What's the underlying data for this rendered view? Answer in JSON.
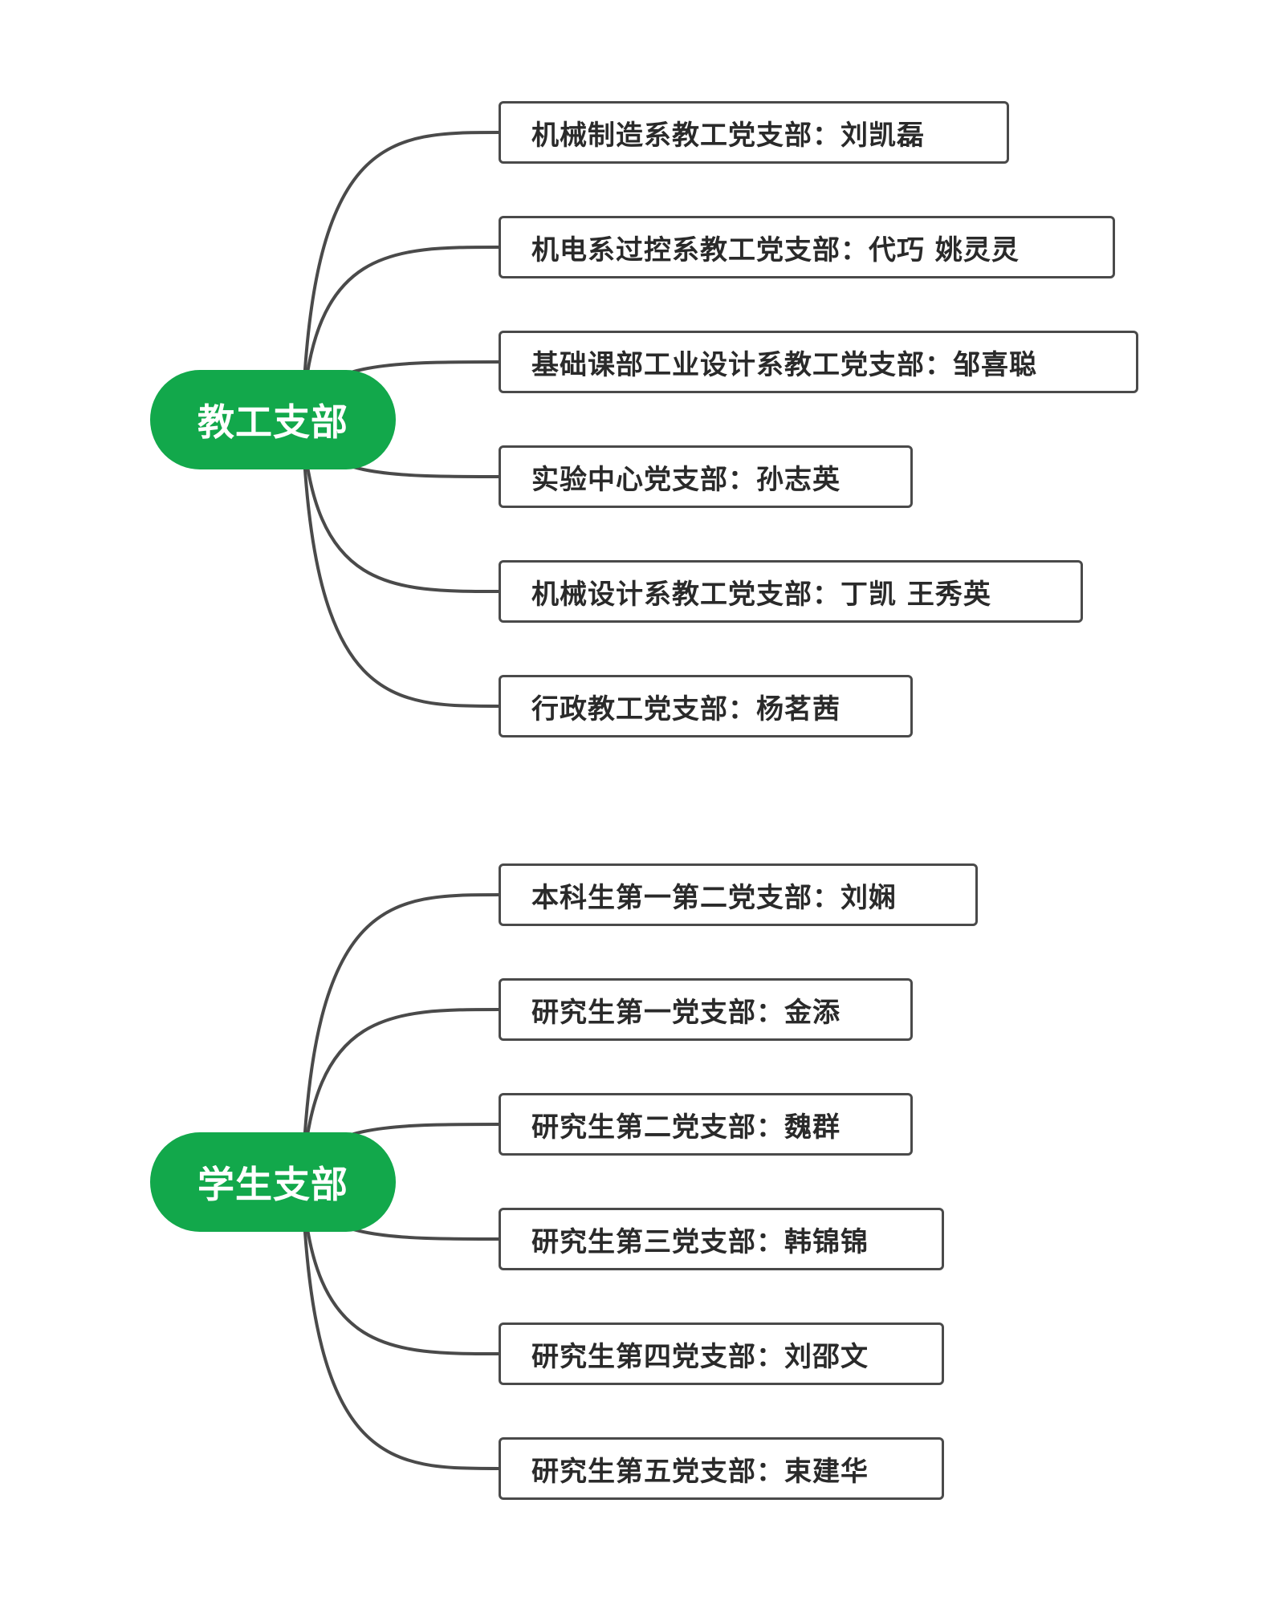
{
  "diagram": {
    "groups": [
      {
        "root": "教工支部",
        "children": [
          "机械制造系教工党支部：刘凯磊",
          "机电系过控系教工党支部：代巧 姚灵灵",
          "基础课部工业设计系教工党支部：邹喜聪",
          "实验中心党支部：孙志英",
          "机械设计系教工党支部：丁凯 王秀英",
          "行政教工党支部：杨茗茜"
        ]
      },
      {
        "root": "学生支部",
        "children": [
          "本科生第一第二党支部：刘娴",
          "研究生第一党支部：金添",
          "研究生第二党支部：魏群",
          "研究生第三党支部：韩锦锦",
          "研究生第四党支部：刘邵文",
          "研究生第五党支部：束建华"
        ]
      }
    ],
    "colors": {
      "root_fill": "#12a84b",
      "root_text": "#ffffff",
      "node_border": "#4a4a4a",
      "connector": "#4a4a4a",
      "node_text": "#2a2a2a"
    }
  }
}
